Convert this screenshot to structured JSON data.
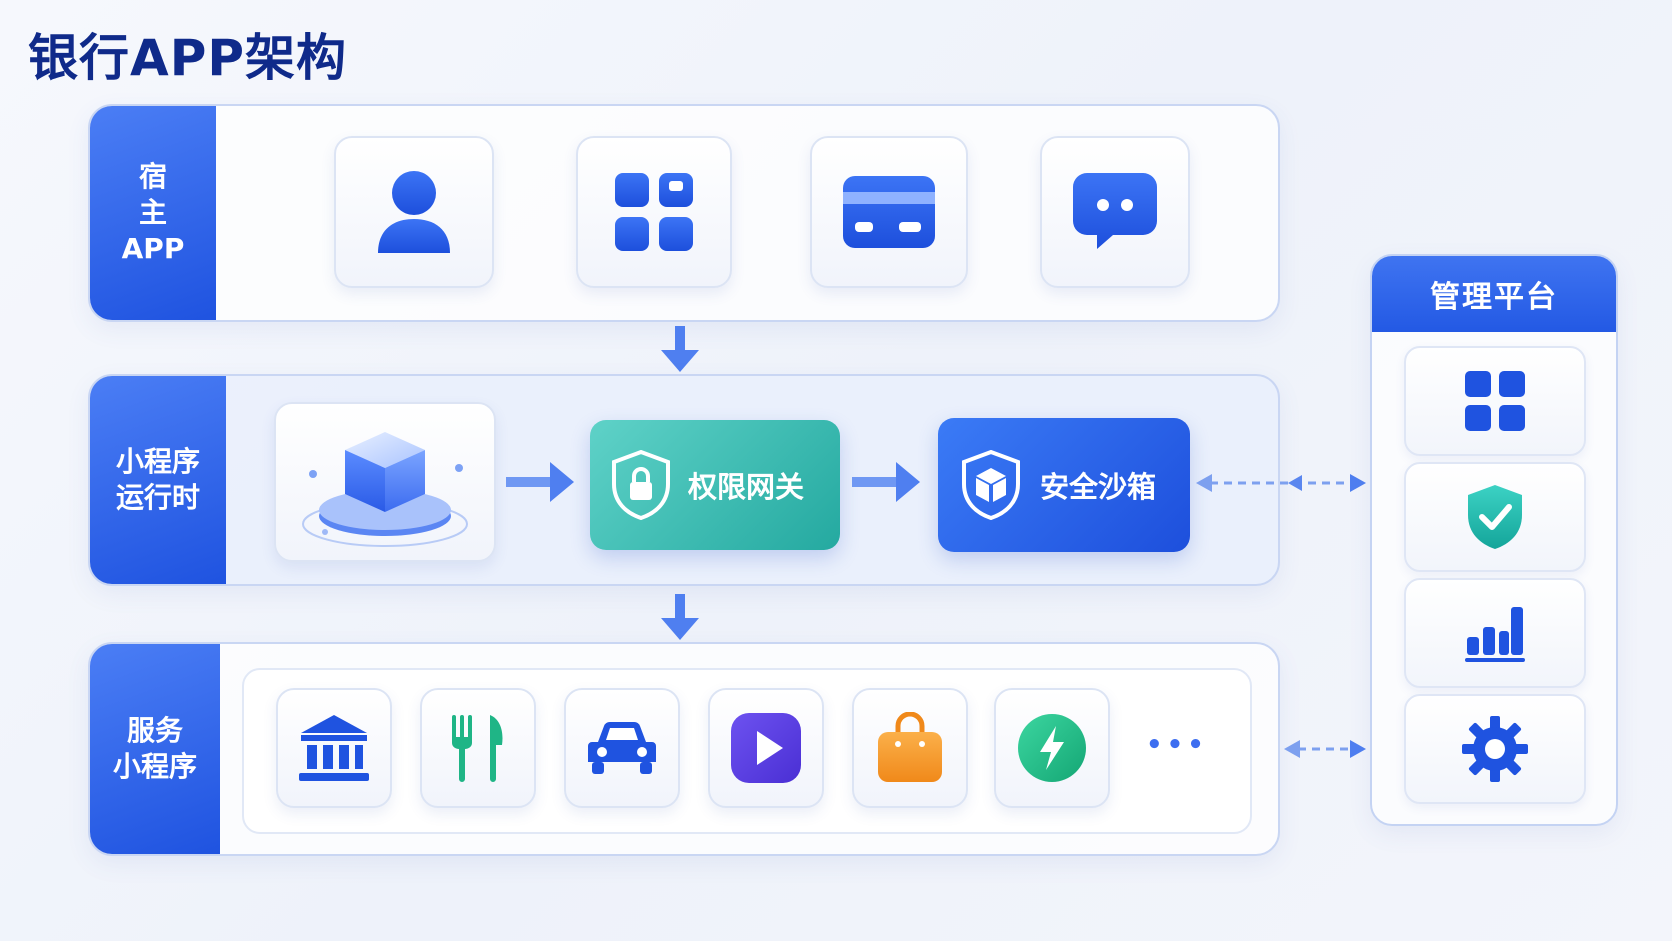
{
  "title": "银行APP架构",
  "host_layer": {
    "tag_lines": [
      "宿",
      "主",
      "APP"
    ],
    "icons": [
      "user-icon",
      "apps-grid-icon",
      "credit-card-icon",
      "chat-bubble-icon"
    ]
  },
  "runtime_layer": {
    "tag_lines": [
      "小程序",
      "运行时"
    ],
    "engine_icon": "cube-platform-icon",
    "gateway_label": "权限网关",
    "sandbox_label": "安全沙箱"
  },
  "service_layer": {
    "tag_lines": [
      "服务",
      "小程序"
    ],
    "icons": [
      "bank-icon",
      "fork-knife-icon",
      "car-icon",
      "play-icon",
      "shopping-bag-icon",
      "lightning-icon"
    ],
    "more": "•••"
  },
  "management": {
    "title": "管理平台",
    "icons": [
      "apps-grid-icon",
      "shield-check-icon",
      "bar-chart-icon",
      "gear-icon"
    ]
  },
  "colors": {
    "primary": "#1f53e0",
    "title": "#0f2a8a",
    "teal": "#2bb3a8",
    "purple": "#5b3fe0",
    "orange": "#f59a2a",
    "green": "#1fb586"
  }
}
